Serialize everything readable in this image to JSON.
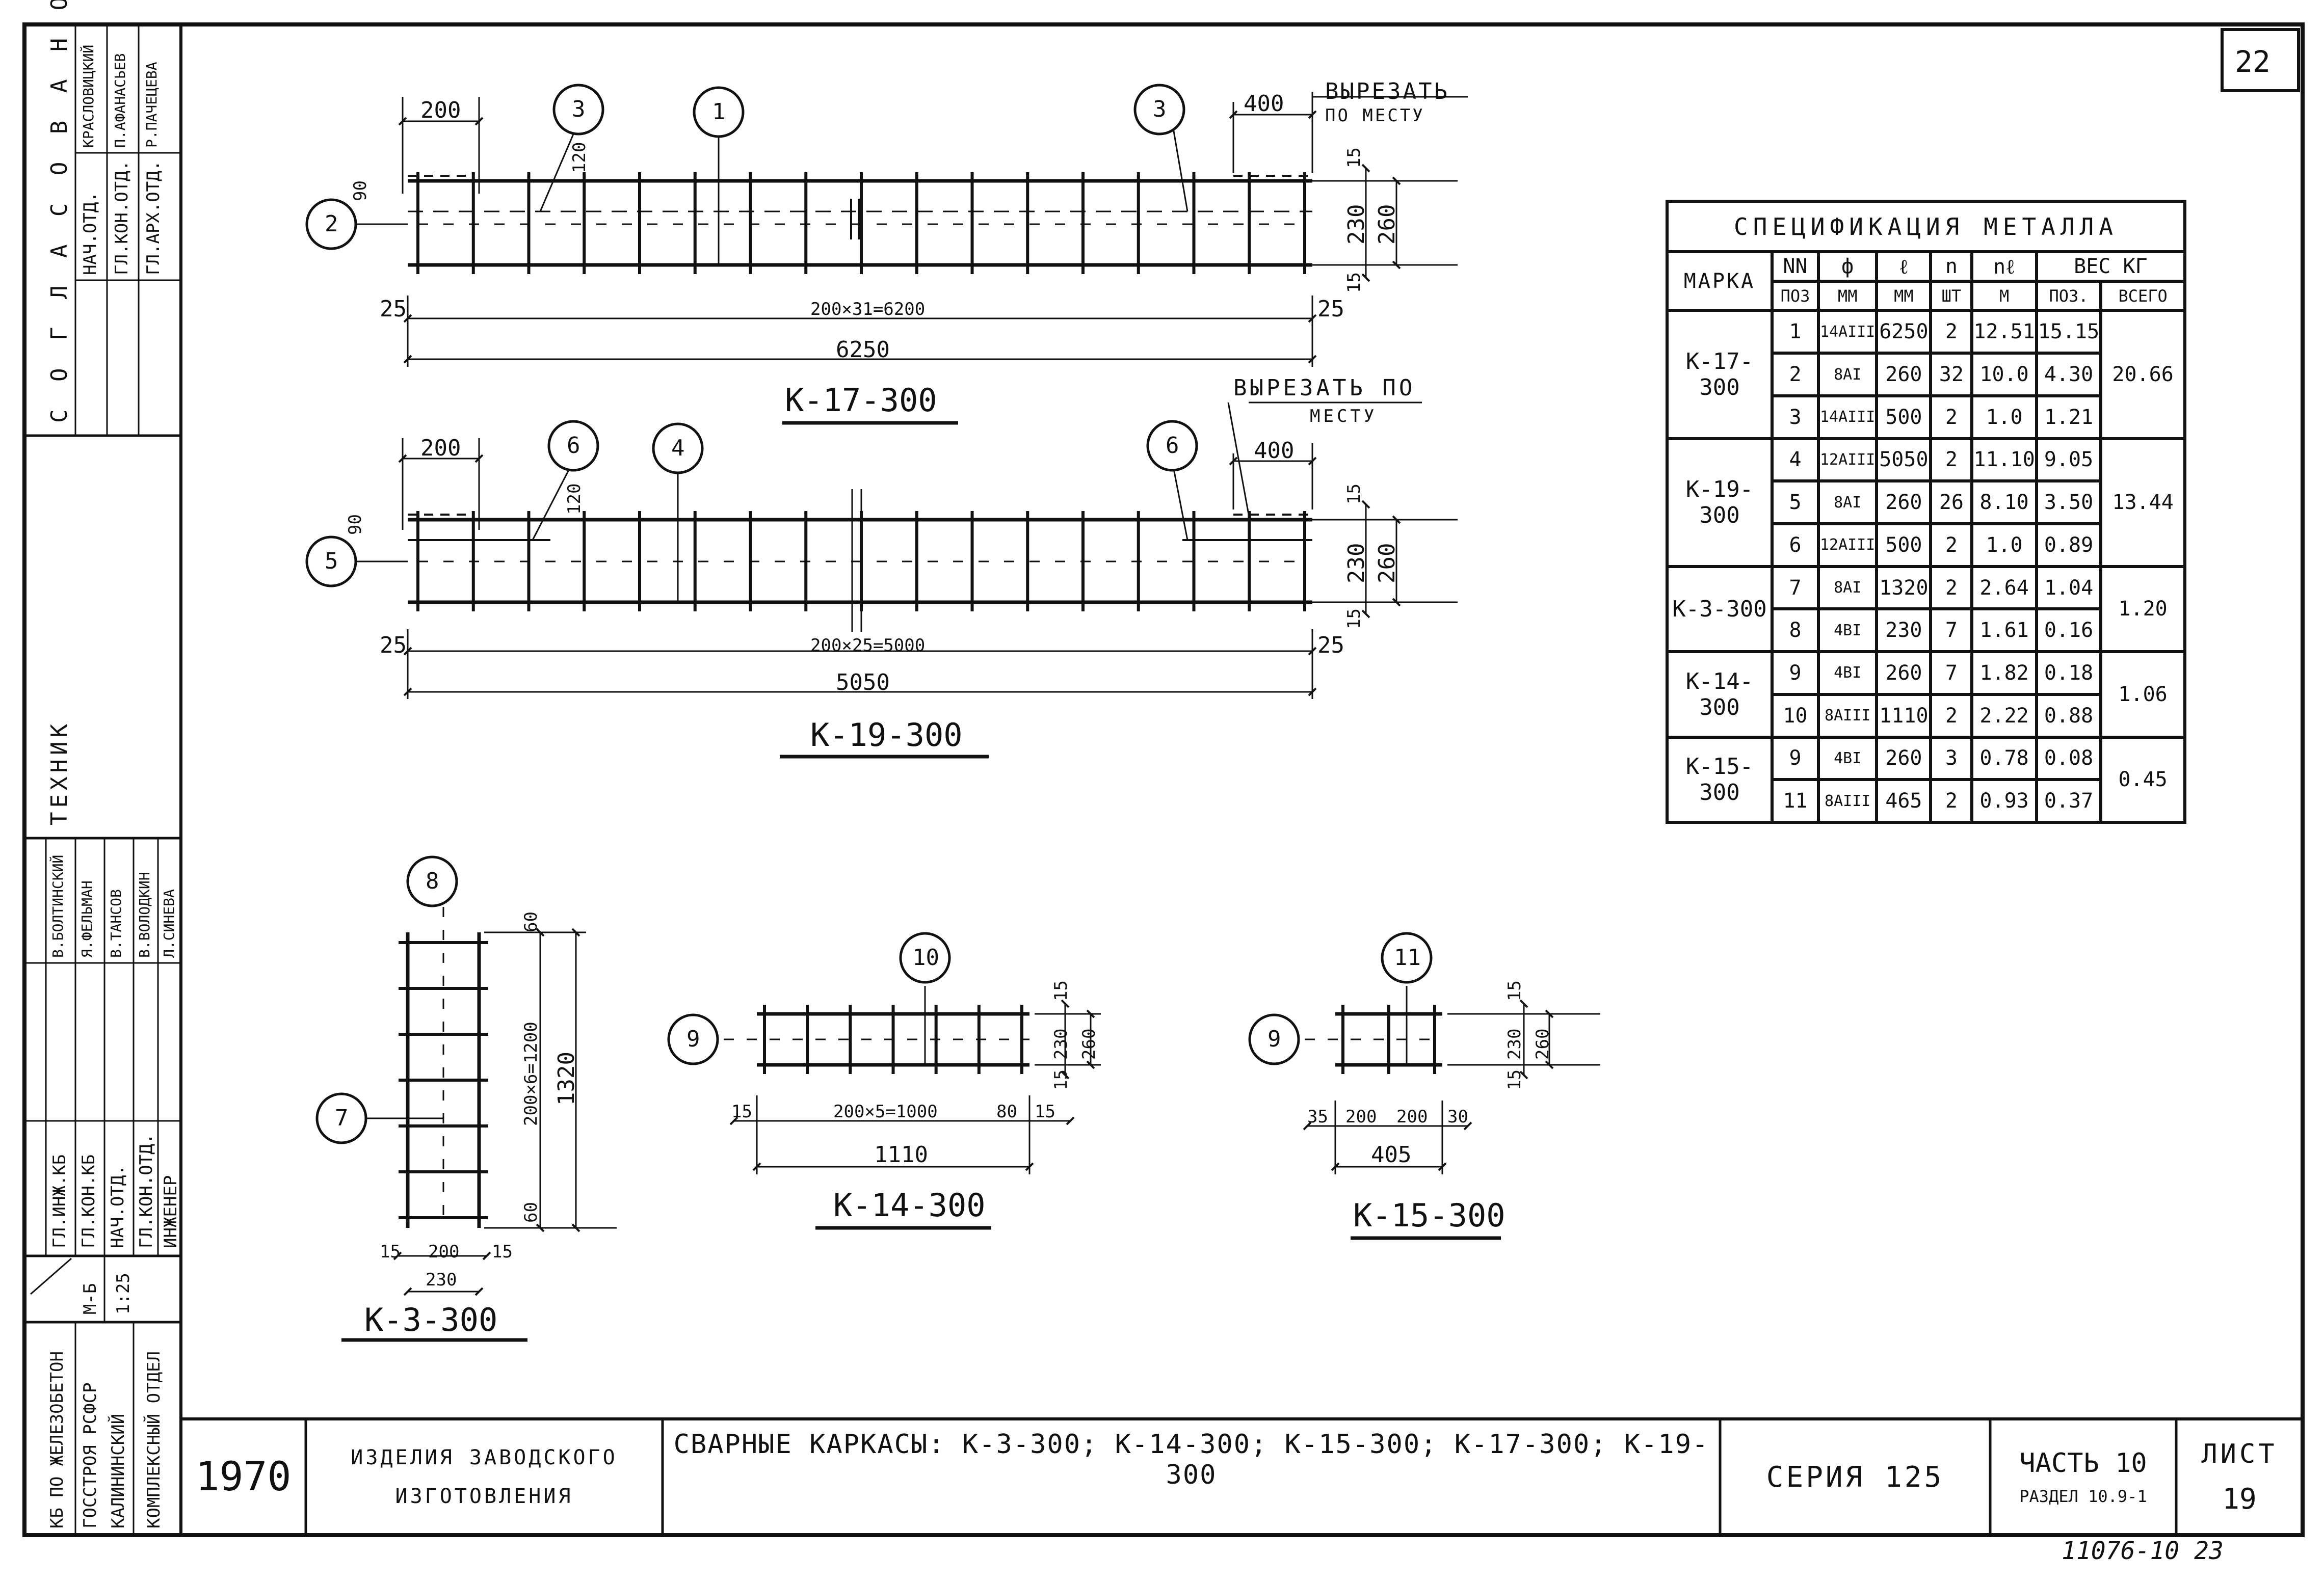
{
  "sheet_number_top": "22",
  "stamp_bottom": "11076-10  23",
  "approval_block": {
    "title": "С О Г Л А С О В А Н О:",
    "rows": [
      {
        "role": "НАЧ.ОТД.",
        "name": "КРАСЛОВИЦКИЙ"
      },
      {
        "role": "ГЛ.КОН.ОТД.",
        "name": "П.АФАНАСЬЕВ"
      },
      {
        "role": "ГЛ.АРХ.ОТД.",
        "name": "Р.ПАЧЕЦЕВА"
      }
    ]
  },
  "staff_block": {
    "title": "ТЕХНИК",
    "rows": [
      {
        "role": "ГЛ.ИНЖ.КБ",
        "name": "В.БОЛТИНСКИЙ"
      },
      {
        "role": "ГЛ.КОН.КБ",
        "name": "Я.ФЕЛЬМАН"
      },
      {
        "role": "НАЧ.ОТД.",
        "name": "В.ТАНСОВ"
      },
      {
        "role": "ГЛ.КОН.ОТД.",
        "name": "В.ВОЛОДКИН"
      },
      {
        "role": "ИНЖЕНЕР",
        "name": "Л.СИНЕВА"
      }
    ],
    "scale_label": "М-Б",
    "scale_value": "1:25"
  },
  "org_block": {
    "line1": "КБ ПО ЖЕЛЕЗОБЕТОН",
    "line2": "ГОССТРОЯ РСФСР",
    "line3": "КАЛИНИНСКИЙ",
    "line4": "КОМПЛЕКСНЫЙ ОТДЕЛ"
  },
  "drawings": {
    "k17": {
      "title": "К-17-300",
      "dim_200": "200",
      "dim_400": "400",
      "dim_120": "120",
      "dim_90": "90",
      "dim_15a": "15",
      "dim_230": "230",
      "dim_260": "260",
      "dim_15b": "15",
      "dim_25a": "25",
      "dim_main": "200×31=6200",
      "dim_25b": "25",
      "dim_total": "6250",
      "note_line1": "ВЫРЕЗАТЬ",
      "note_line2": "ПО МЕСТУ",
      "pos_a": "3",
      "pos_b": "1",
      "pos_c": "3",
      "pos_d": "2"
    },
    "k19": {
      "title": "К-19-300",
      "dim_200": "200",
      "dim_400": "400",
      "dim_120": "120",
      "dim_90": "90",
      "dim_15a": "15",
      "dim_230": "230",
      "dim_260": "260",
      "dim_15b": "15",
      "dim_25a": "25",
      "dim_main": "200×25=5000",
      "dim_25b": "25",
      "dim_total": "5050",
      "note_line1": "ВЫРЕЗАТЬ ПО",
      "note_line2": "МЕСТУ",
      "pos_a": "6",
      "pos_b": "4",
      "pos_c": "6",
      "pos_d": "5"
    },
    "k3": {
      "title": "К-3-300",
      "pos_top": "8",
      "pos_left": "7",
      "dim_60a": "60",
      "dim_mid": "200×6=1200",
      "dim_60b": "60",
      "dim_total": "1320",
      "dim_15a": "15",
      "dim_200": "200",
      "dim_15b": "15",
      "dim_230": "230"
    },
    "k14": {
      "title": "К-14-300",
      "pos_top": "10",
      "pos_left": "9",
      "dim_15a": "15",
      "dim_230": "230",
      "dim_260": "260",
      "dim_15b": "15",
      "dim_15l": "15",
      "dim_main": "200×5=1000",
      "dim_80": "80",
      "dim_15r": "15",
      "dim_total": "1110"
    },
    "k15": {
      "title": "К-15-300",
      "pos_top": "11",
      "pos_left": "9",
      "dim_15a": "15",
      "dim_230": "230",
      "dim_260": "260",
      "dim_15b": "15",
      "dim_35": "35",
      "dim_200a": "200",
      "dim_200b": "200",
      "dim_30": "30",
      "dim_total": "405"
    }
  },
  "spec_table": {
    "title": "СПЕЦИФИКАЦИЯ МЕТАЛЛА",
    "headers": {
      "mark": "МАРКА",
      "pos": "NN",
      "pos_unit": "ПОЗ",
      "phi": "ф",
      "phi_unit": "ММ",
      "len": "ℓ",
      "len_unit": "ММ",
      "n": "n",
      "n_unit": "ШТ",
      "nl": "nℓ",
      "nl_unit": "М",
      "weight": "ВЕС КГ",
      "w_pos": "ПОЗ.",
      "w_total": "ВСЕГО"
    },
    "groups": [
      {
        "mark": "К-17-300",
        "total": "20.66",
        "rows": [
          {
            "pos": "1",
            "phi": "14АIII",
            "len": "6250",
            "n": "2",
            "nl": "12.51",
            "w": "15.15"
          },
          {
            "pos": "2",
            "phi": "8АI",
            "len": "260",
            "n": "32",
            "nl": "10.0",
            "w": "4.30"
          },
          {
            "pos": "3",
            "phi": "14АIII",
            "len": "500",
            "n": "2",
            "nl": "1.0",
            "w": "1.21"
          }
        ]
      },
      {
        "mark": "К-19-300",
        "total": "13.44",
        "rows": [
          {
            "pos": "4",
            "phi": "12АIII",
            "len": "5050",
            "n": "2",
            "nl": "11.10",
            "w": "9.05"
          },
          {
            "pos": "5",
            "phi": "8АI",
            "len": "260",
            "n": "26",
            "nl": "8.10",
            "w": "3.50"
          },
          {
            "pos": "6",
            "phi": "12АIII",
            "len": "500",
            "n": "2",
            "nl": "1.0",
            "w": "0.89"
          }
        ]
      },
      {
        "mark": "К-3-300",
        "total": "1.20",
        "rows": [
          {
            "pos": "7",
            "phi": "8АI",
            "len": "1320",
            "n": "2",
            "nl": "2.64",
            "w": "1.04"
          },
          {
            "pos": "8",
            "phi": "4ВI",
            "len": "230",
            "n": "7",
            "nl": "1.61",
            "w": "0.16"
          }
        ]
      },
      {
        "mark": "К-14-300",
        "total": "1.06",
        "rows": [
          {
            "pos": "9",
            "phi": "4ВI",
            "len": "260",
            "n": "7",
            "nl": "1.82",
            "w": "0.18"
          },
          {
            "pos": "10",
            "phi": "8АIII",
            "len": "1110",
            "n": "2",
            "nl": "2.22",
            "w": "0.88"
          }
        ]
      },
      {
        "mark": "К-15-300",
        "total": "0.45",
        "rows": [
          {
            "pos": "9",
            "phi": "4ВI",
            "len": "260",
            "n": "3",
            "nl": "0.78",
            "w": "0.08"
          },
          {
            "pos": "11",
            "phi": "8АIII",
            "len": "465",
            "n": "2",
            "nl": "0.93",
            "w": "0.37"
          }
        ]
      }
    ]
  },
  "title_block": {
    "year": "1970",
    "product_line1": "ИЗДЕЛИЯ ЗАВОДСКОГО",
    "product_line2": "ИЗГОТОВЛЕНИЯ",
    "description": "СВАРНЫЕ КАРКАСЫ: К-3-300; К-14-300; К-15-300; К-17-300; К-19-300",
    "series": "СЕРИЯ 125",
    "part": "ЧАСТЬ 10",
    "section": "РАЗДЕЛ 10.9-1",
    "sheet_label": "ЛИСТ",
    "sheet_value": "19"
  }
}
